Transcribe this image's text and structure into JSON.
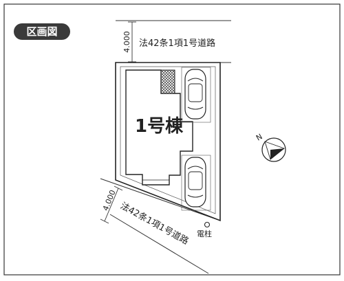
{
  "header": {
    "badge_label": "区画図"
  },
  "roads": {
    "top": {
      "label": "法42条1項1号道路",
      "width": "4.000"
    },
    "bottom": {
      "label": "法42条1項1号道路",
      "width": "4.000"
    }
  },
  "building": {
    "label": "1号棟"
  },
  "compass": {
    "label": "N"
  },
  "utility_pole": {
    "label": "電柱"
  },
  "parking": {
    "spaces": [
      {
        "name": "parking-top"
      },
      {
        "name": "parking-bottom"
      }
    ]
  },
  "colors": {
    "ink": "#222222",
    "badge_bg": "#3a3a3a",
    "badge_text": "#ffffff",
    "paper": "#ffffff"
  }
}
